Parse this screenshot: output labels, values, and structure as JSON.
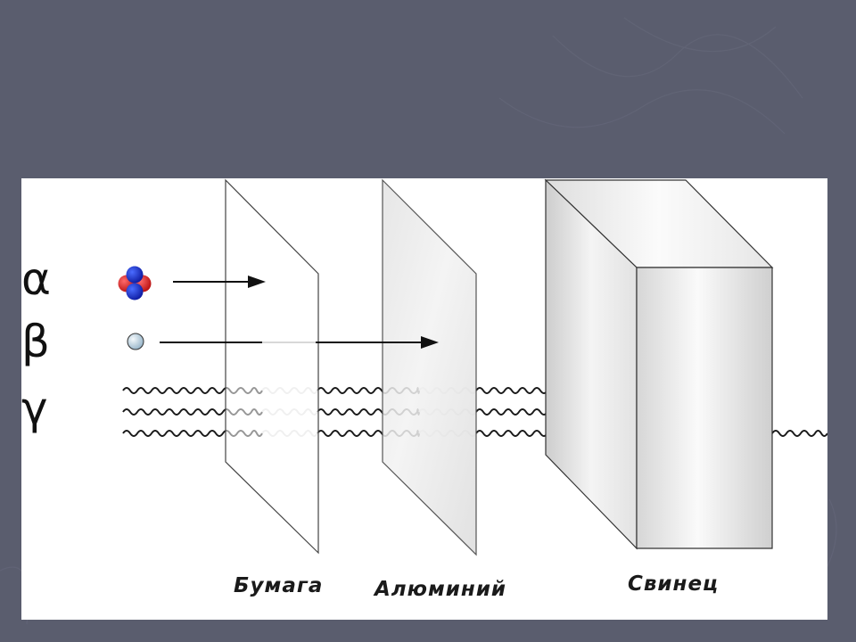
{
  "radiation": [
    {
      "symbol": "α",
      "name": "alpha"
    },
    {
      "symbol": "β",
      "name": "beta"
    },
    {
      "symbol": "γ",
      "name": "gamma"
    }
  ],
  "materials": [
    {
      "label": "Бумага"
    },
    {
      "label": "Алюминий"
    },
    {
      "label": "Свинец"
    }
  ],
  "colors": {
    "slide_background": "#5a5d6e",
    "panel": "#ffffff",
    "proton": "#d42020",
    "neutron": "#1a2fd0",
    "electron": "#a9c7db"
  }
}
